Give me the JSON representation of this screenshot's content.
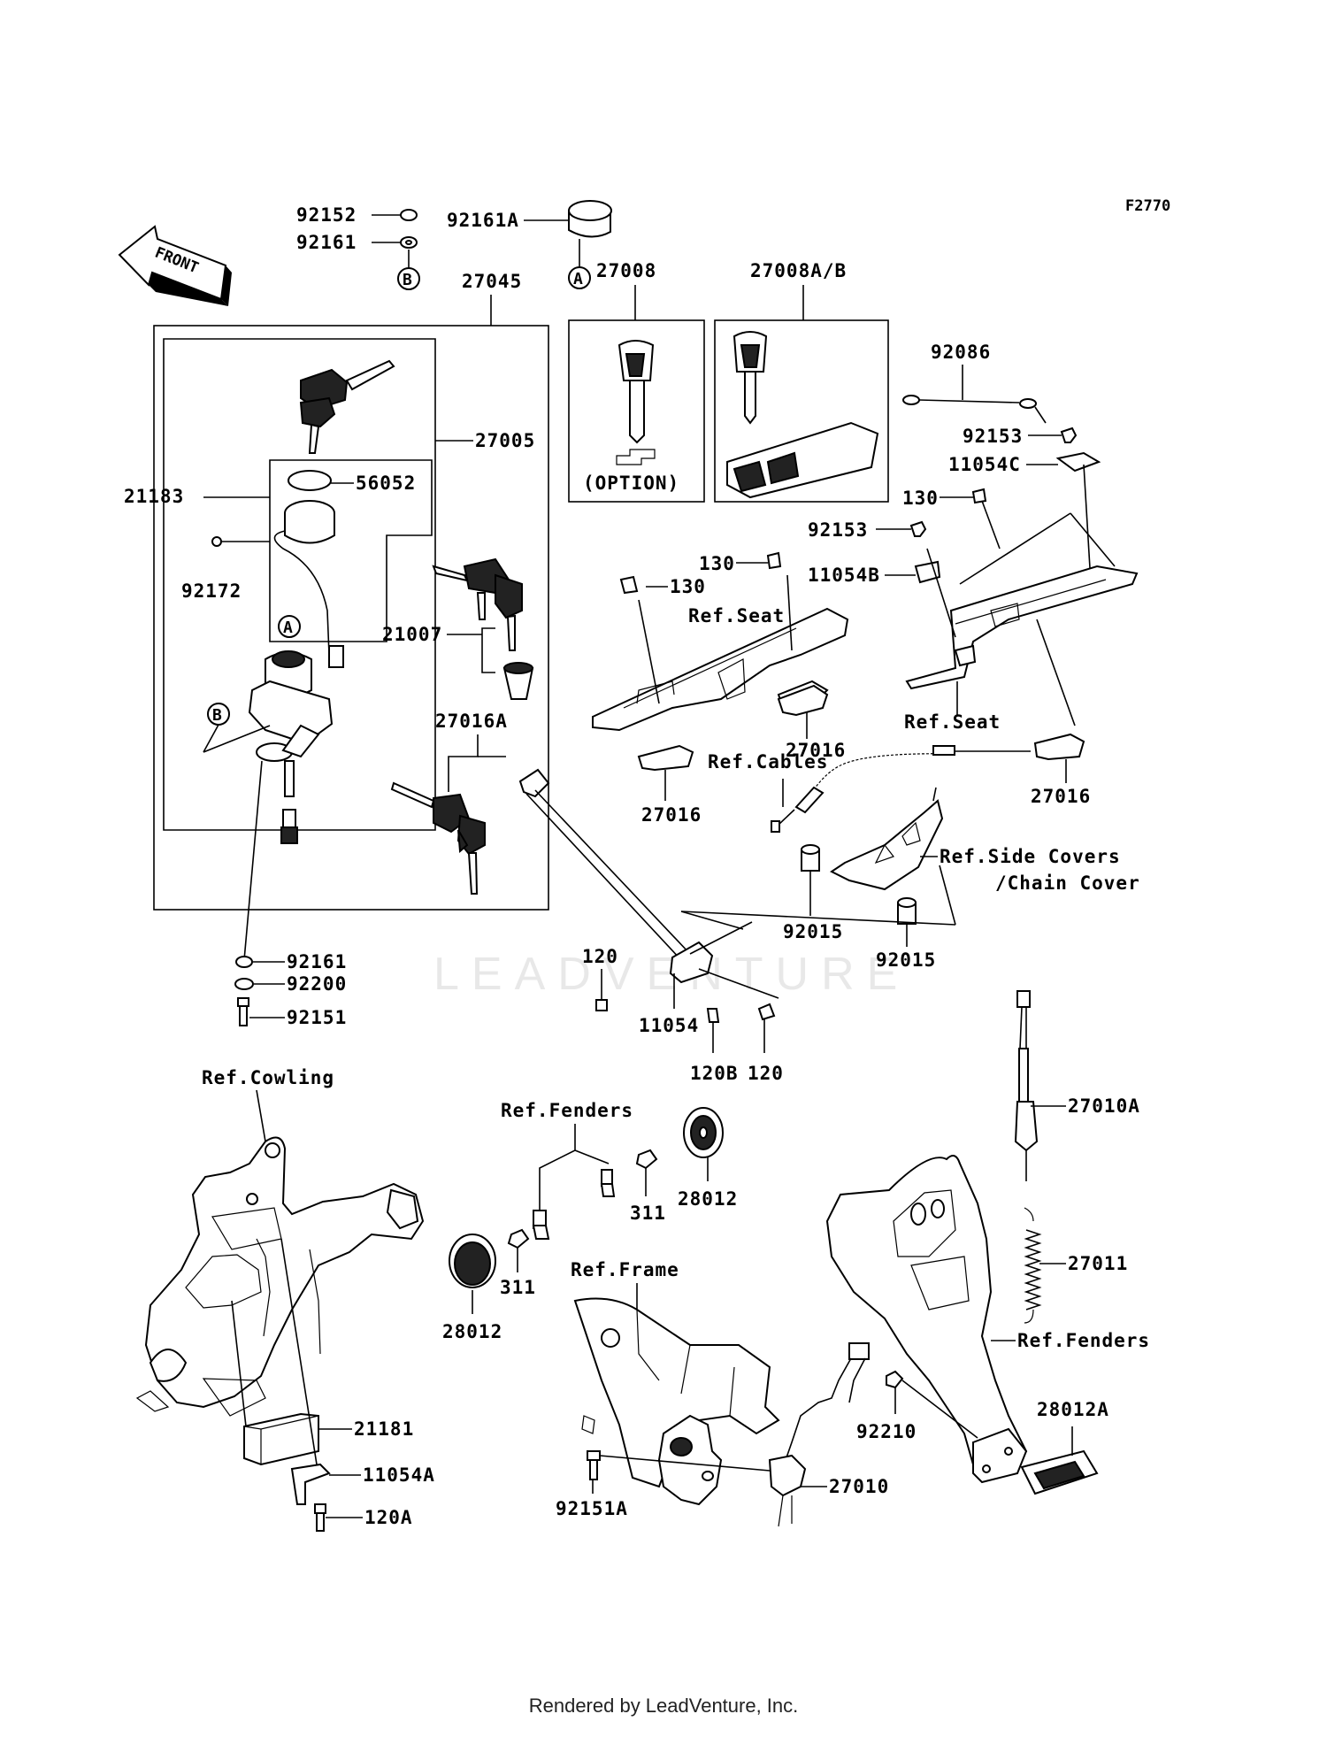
{
  "diagram_code": "F2770",
  "front_label": "FRONT",
  "watermark": "LEADVENTURE",
  "footer": "Rendered by LeadVenture, Inc.",
  "circles": {
    "a": "A",
    "b": "B"
  },
  "option_label": "(OPTION)",
  "parts": {
    "p92152": "92152",
    "p92161_top": "92161",
    "p92161A": "92161A",
    "p27045": "27045",
    "p27008": "27008",
    "p27008AB": "27008A/B",
    "p27005": "27005",
    "p21183": "21183",
    "p56052": "56052",
    "p92172": "92172",
    "p21007": "21007",
    "p27016A": "27016A",
    "p92086": "92086",
    "p92153_a": "92153",
    "p11054C": "11054C",
    "p130_a": "130",
    "p92153_b": "92153",
    "p130_b": "130",
    "p130_c": "130",
    "p11054B": "11054B",
    "p27016_a": "27016",
    "p27016_b": "27016",
    "p27016_c": "27016",
    "p92015_a": "92015",
    "p92015_b": "92015",
    "p120_a": "120",
    "p11054": "11054",
    "p120B": "120B",
    "p120_b": "120",
    "p92161_bot": "92161",
    "p92200": "92200",
    "p92151": "92151",
    "p27010A": "27010A",
    "p27011": "27011",
    "p28012_a": "28012",
    "p311_a": "311",
    "p311_b": "311",
    "p28012_b": "28012",
    "p21181": "21181",
    "p11054A": "11054A",
    "p120A": "120A",
    "p92210": "92210",
    "p28012A": "28012A",
    "p92151A": "92151A",
    "p27010": "27010"
  },
  "refs": {
    "seat_a": "Ref.Seat",
    "seat_b": "Ref.Seat",
    "cables": "Ref.Cables",
    "side_covers": "Ref.Side Covers",
    "chain_cover": "/Chain Cover",
    "cowling": "Ref.Cowling",
    "fenders_a": "Ref.Fenders",
    "frame": "Ref.Frame",
    "fenders_b": "Ref.Fenders"
  }
}
